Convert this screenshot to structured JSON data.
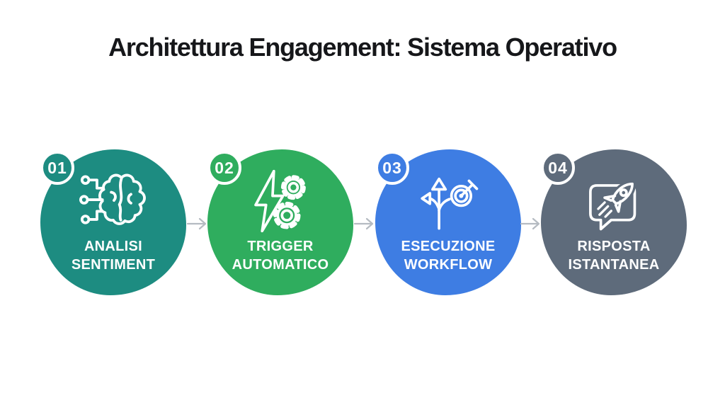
{
  "page": {
    "title": "Architettura Engagement: Sistema Operativo"
  },
  "colors": {
    "background": "#ffffff",
    "title": "#16171a",
    "arrow": "#b5bbc2",
    "label": "#ffffff",
    "badge_ring": "#ffffff"
  },
  "steps": [
    {
      "number": "01",
      "label_line1": "ANALISI",
      "label_line2": "SENTIMENT",
      "icon": "brain-circuit-icon",
      "color": "#1d8c81"
    },
    {
      "number": "02",
      "label_line1": "TRIGGER",
      "label_line2": "AUTOMATICO",
      "icon": "lightning-gears-icon",
      "color": "#2fad5e"
    },
    {
      "number": "03",
      "label_line1": "ESECUZIONE",
      "label_line2": "WORKFLOW",
      "icon": "branch-arrows-target-icon",
      "color": "#3e7de3"
    },
    {
      "number": "04",
      "label_line1": "RISPOSTA",
      "label_line2": "ISTANTANEA",
      "icon": "rocket-chat-icon",
      "color": "#5e6b7b"
    }
  ]
}
